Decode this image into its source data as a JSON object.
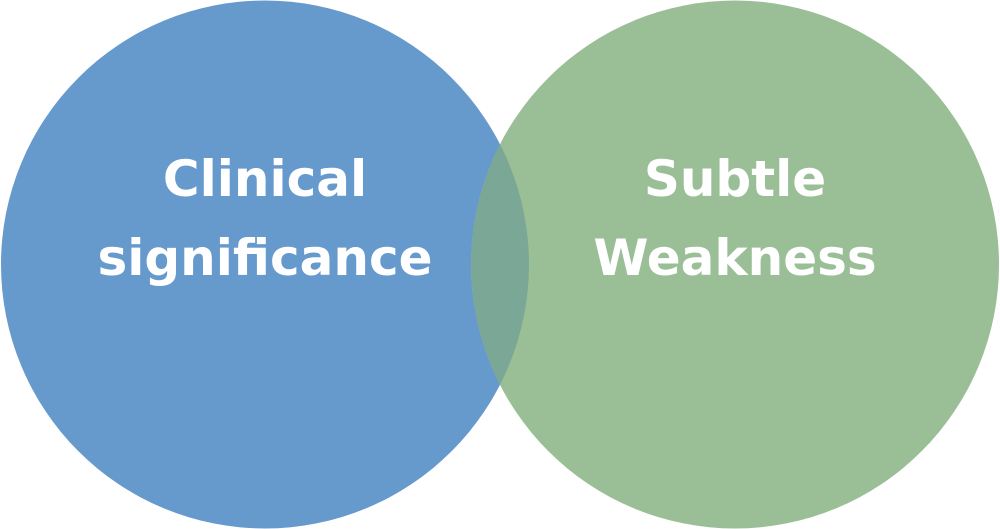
{
  "diagram": {
    "type": "venn",
    "sets": [
      {
        "id": "left",
        "label_lines": [
          "Clinical",
          "significance"
        ],
        "color": "#6699cc"
      },
      {
        "id": "right",
        "label_lines": [
          "Subtle",
          "Weakness"
        ],
        "color": "#9abf97"
      }
    ],
    "overlap_color": "#7ba896"
  }
}
